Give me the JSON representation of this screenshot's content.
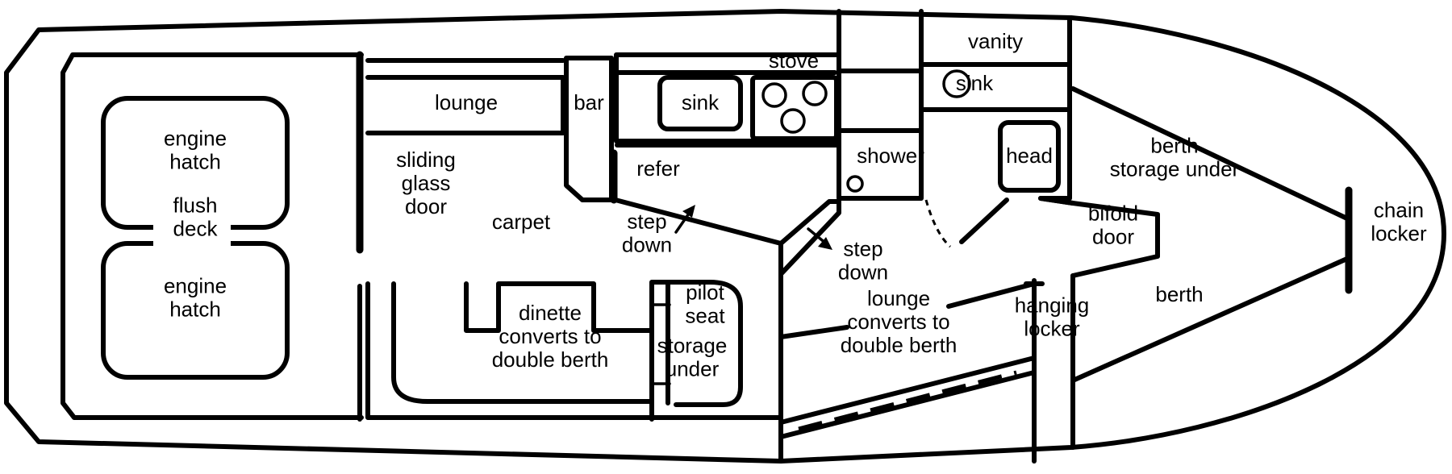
{
  "labels": {
    "engine_hatch_1": "engine\nhatch",
    "engine_hatch_2": "engine\nhatch",
    "flush_deck": "flush\ndeck",
    "lounge_aft": "lounge",
    "bar": "bar",
    "sink_galley": "sink",
    "stove": "stove",
    "vanity": "vanity",
    "sink_head": "sink",
    "sliding_glass_door": "sliding\nglass\ndoor",
    "carpet": "carpet",
    "refer": "refer",
    "step_down_1": "step\ndown",
    "shower": "shower",
    "head": "head",
    "berth_storage_under": "berth\nstorage under",
    "bifold_door": "bifold\ndoor",
    "chain_locker": "chain\nlocker",
    "step_down_2": "step\ndown",
    "berth": "berth",
    "pilot_seat": "pilot\nseat",
    "storage_under": "storage\nunder",
    "dinette": "dinette\nconverts to\ndouble berth",
    "lounge_fwd": "lounge\nconverts to\ndouble berth",
    "hanging_locker": "hanging\nlocker"
  }
}
